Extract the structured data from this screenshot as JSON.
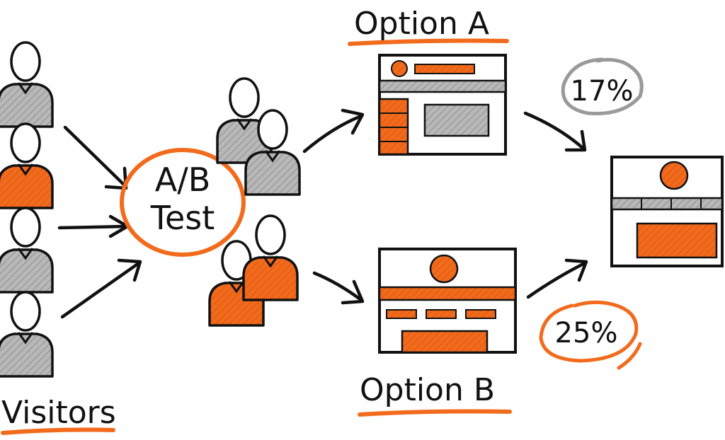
{
  "title": "",
  "visitors": {
    "label": "Visitors",
    "people": [
      "gray",
      "orange",
      "gray",
      "gray"
    ]
  },
  "test": {
    "line1": "A/B",
    "line2": "Test"
  },
  "option_a": {
    "label": "Option A",
    "group": [
      "gray",
      "gray"
    ],
    "conversion": "17%"
  },
  "option_b": {
    "label": "Option B",
    "group": [
      "orange",
      "orange"
    ],
    "conversion": "25%"
  },
  "colors": {
    "accent": "#f26b1d",
    "gray": "#aaaaaa",
    "ink": "#111111",
    "ring_gray": "#9a9a9a"
  },
  "icons": [
    "person-icon",
    "arrow-icon",
    "webpage-wireframe-icon"
  ]
}
